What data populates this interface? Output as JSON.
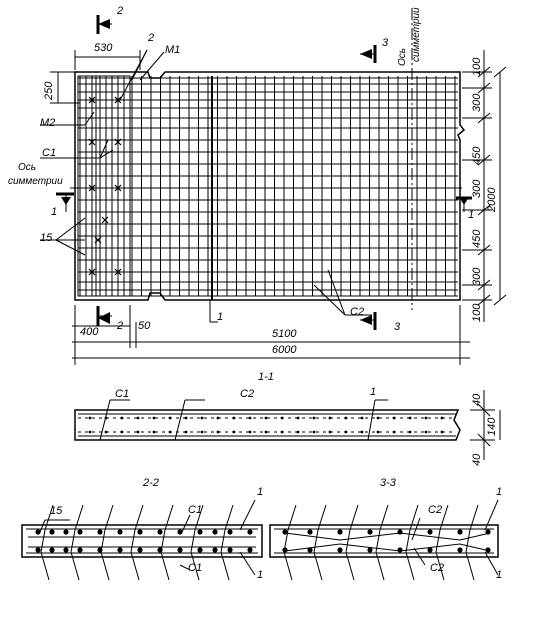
{
  "plan": {
    "dims_top": {
      "d530": "530",
      "d250": "250"
    },
    "dims_right": [
      "100",
      "300",
      "450",
      "300",
      "450",
      "300",
      "100"
    ],
    "dim_total_height": "2000",
    "dims_bottom": {
      "d400": "400",
      "d50": "50",
      "d5100": "5100",
      "d6000": "6000"
    },
    "labels": {
      "m1": "М1",
      "m2": "М2",
      "c1": "С1",
      "c2": "С2",
      "n15": "15",
      "n1": "1",
      "n2": "2",
      "n3": "3",
      "axis_left_1": "Ось",
      "axis_left_2": "симметрии",
      "axis_top_1": "Ось",
      "axis_top_2": "симметрии"
    },
    "cuts": {
      "c1": "1",
      "c2": "2",
      "c3": "3"
    }
  },
  "section_1_1": {
    "title": "1-1",
    "c1": "С1",
    "c2": "С2",
    "n1": "1",
    "dims": [
      "40",
      "140",
      "40"
    ]
  },
  "section_2_2": {
    "title": "2-2",
    "n15": "15",
    "c1_top": "С1",
    "c1_bottom": "С1",
    "n1_top": "1",
    "n1_bottom": "1"
  },
  "section_3_3": {
    "title": "3-3",
    "c2_top": "С2",
    "c2_bottom": "С2",
    "n1_top": "1",
    "n1_bottom": "1"
  }
}
